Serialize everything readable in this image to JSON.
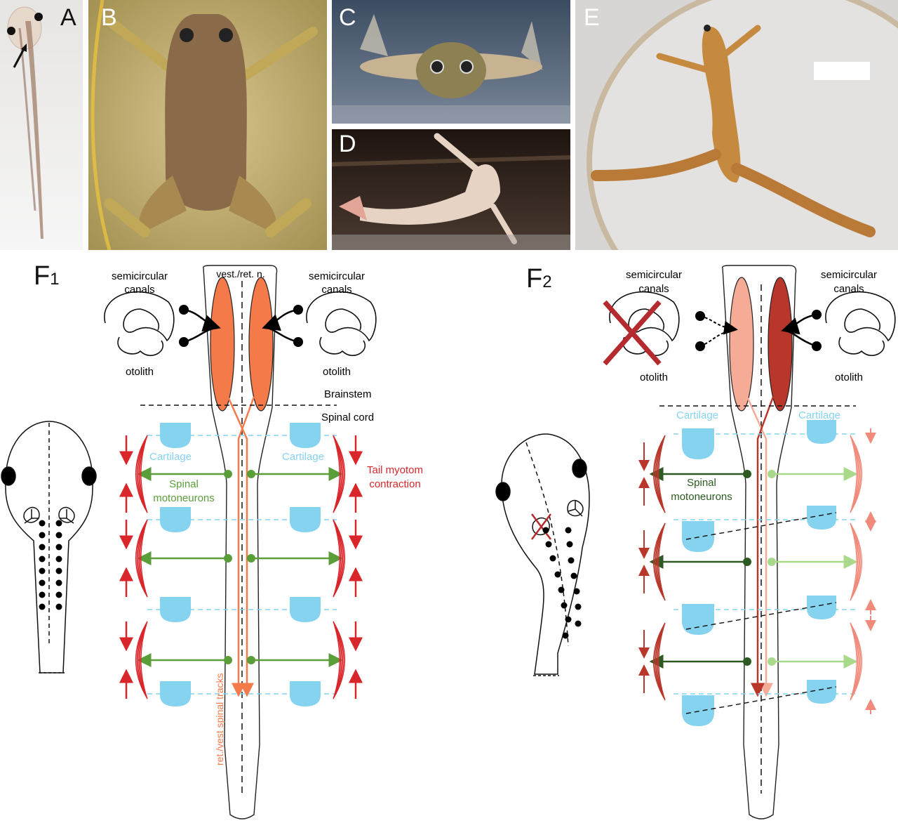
{
  "panels": {
    "A": {
      "label": "A"
    },
    "B": {
      "label": "B"
    },
    "C": {
      "label": "C"
    },
    "D": {
      "label": "D"
    },
    "E": {
      "label": "E"
    }
  },
  "f1": {
    "label": "F",
    "sub": "1",
    "semicircular_left": [
      "semicircular",
      "canals"
    ],
    "semicircular_right": [
      "semicircular",
      "canals"
    ],
    "otolith_left": "otolith",
    "otolith_right": "otolith",
    "nucleus": "vest./ret. n.",
    "brainstem": "Brainstem",
    "spinal_cord": "Spinal cord",
    "cartilage_left": "Cartilage",
    "cartilage_right": "Cartilage",
    "motoneurons": [
      "Spinal",
      "motoneurons"
    ],
    "myotom": [
      "Tail myotom",
      "contraction"
    ],
    "tracks": "ret./vest spinal tracks"
  },
  "f2": {
    "label": "F",
    "sub": "2",
    "semicircular_left": [
      "semicircular",
      "canals"
    ],
    "semicircular_right": [
      "semicircular",
      "canals"
    ],
    "otolith_left": "otolith",
    "otolith_right": "otolith",
    "cartilage_left": "Cartilage",
    "cartilage_right": "Cartilage",
    "motoneurons": [
      "Spinal",
      "motoneurons"
    ]
  },
  "colors": {
    "nucleus_orange": "#f47a4a",
    "nucleus_light": "#f6ab97",
    "nucleus_dark": "#b8372a",
    "cartilage": "#86d3ef",
    "motoneuron_green": "#5a9e3a",
    "motoneuron_dark": "#2d5a22",
    "motoneuron_light": "#a9d98a",
    "muscle_red": "#d9262b",
    "muscle_light": "#f08a7a",
    "lesion_x": "#b52a2e"
  }
}
